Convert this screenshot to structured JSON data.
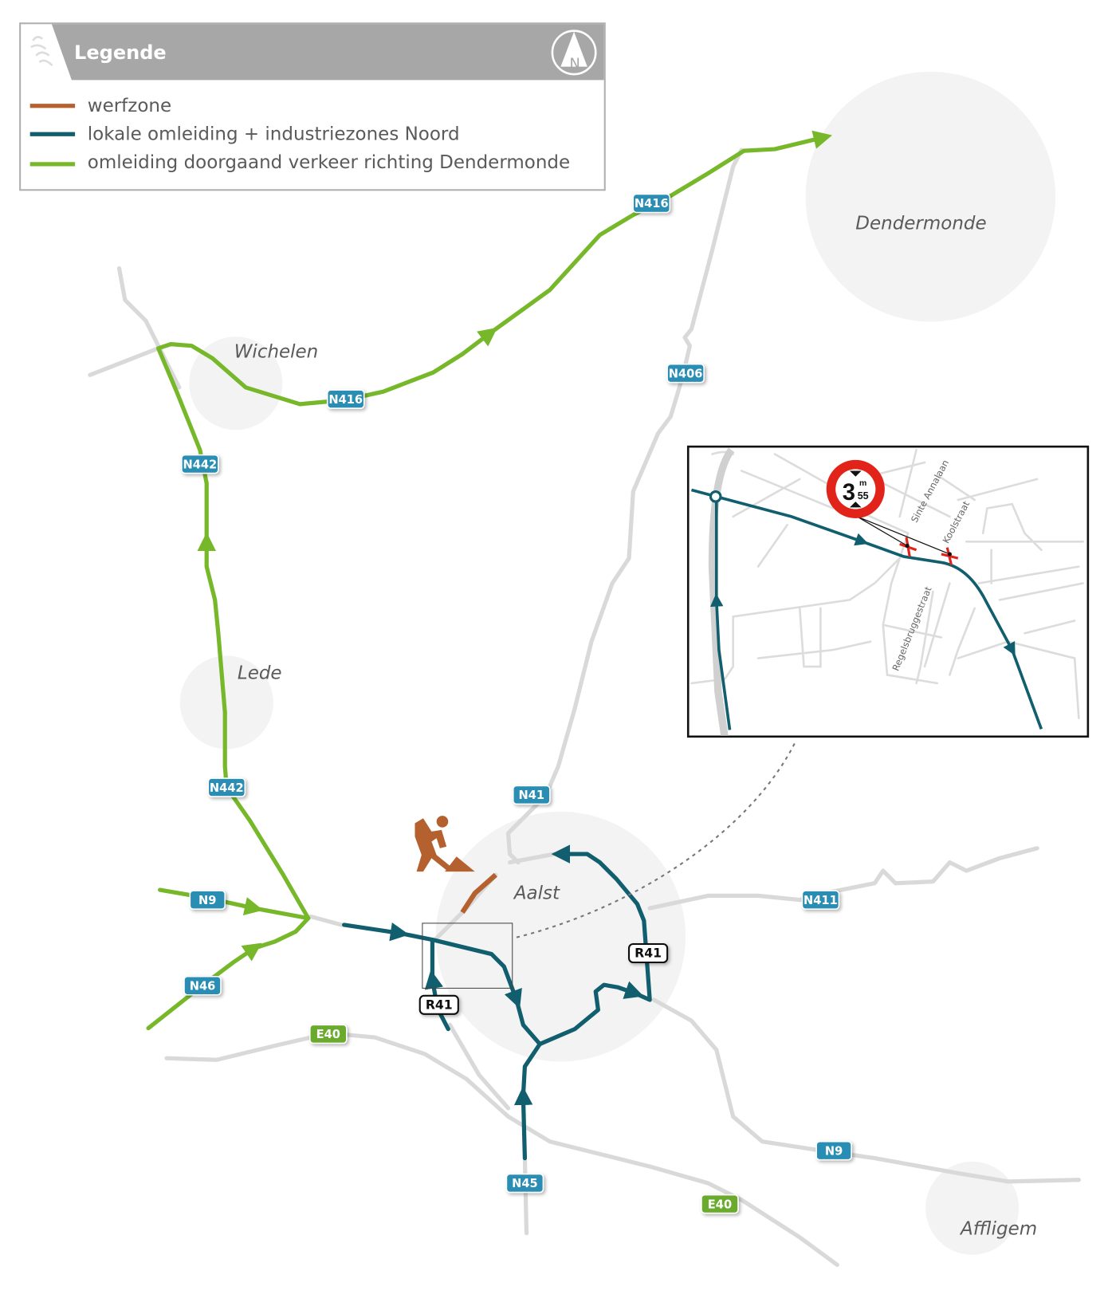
{
  "legend": {
    "title": "Legende",
    "north_label": "N",
    "items": [
      {
        "label": "werfzone",
        "color": "#b5612f"
      },
      {
        "label": "lokale omleiding + industriezones Noord",
        "color": "#115e6e"
      },
      {
        "label": "omleiding doorgaand verkeer richting Dendermonde",
        "color": "#76b82a"
      }
    ]
  },
  "cities": {
    "dendermonde": "Dendermonde",
    "wichelen": "Wichelen",
    "lede": "Lede",
    "aalst": "Aalst",
    "affligem": "Affligem"
  },
  "road_labels": {
    "n416_a": "N416",
    "n416_b": "N416",
    "n406": "N406",
    "n442_a": "N442",
    "n442_b": "N442",
    "n41": "N41",
    "n9_west": "N9",
    "n46": "N46",
    "n411": "N411",
    "r41_east": "R41",
    "r41_west": "R41",
    "e40_west": "E40",
    "e40_east": "E40",
    "n45": "N45",
    "n9_east": "N9"
  },
  "inset": {
    "sign_value": "3",
    "sign_unit": "m",
    "sign_decimal": "55",
    "streets": [
      "Sinte Annalaan",
      "Koolstraat",
      "Regelsbruggestraat"
    ]
  },
  "colors": {
    "werfzone": "#b5612f",
    "local_detour": "#115e6e",
    "through_detour": "#76b82a",
    "road": "#d9d9d9",
    "road_shield_blue": "#2a8db3",
    "road_shield_green": "#6aab2e",
    "sign_red": "#e2231a"
  }
}
